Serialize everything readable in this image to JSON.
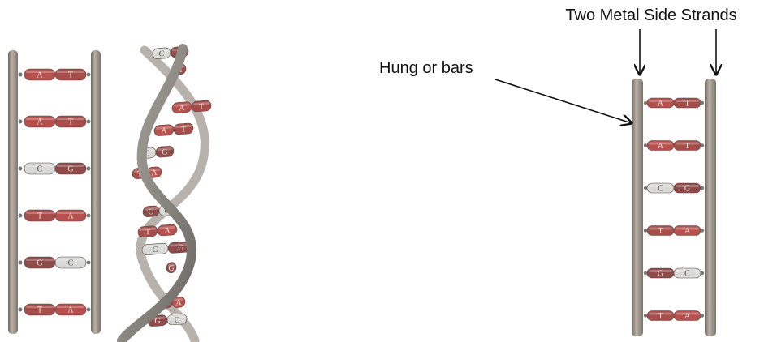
{
  "colors": {
    "A": "#b8514d",
    "T": "#a74d4a",
    "C": "#d9d9d6",
    "G": "#8f4a4a",
    "rail": "#9a9186",
    "ribbon": "#8c8983",
    "text": "#111111",
    "dark_letter": "#f2e8e2",
    "light_letter": "#444444"
  },
  "ladder_left": {
    "pairs": [
      {
        "left": "A",
        "right": "T"
      },
      {
        "left": "A",
        "right": "T"
      },
      {
        "left": "C",
        "right": "G"
      },
      {
        "left": "T",
        "right": "A"
      },
      {
        "left": "G",
        "right": "C"
      },
      {
        "left": "T",
        "right": "A"
      }
    ]
  },
  "helix": {
    "pairs": [
      {
        "left": "C",
        "right": "G"
      },
      {
        "left": "",
        "right": "T"
      },
      {
        "left": "A",
        "right": "T"
      },
      {
        "left": "A",
        "right": "T"
      },
      {
        "left": "C",
        "right": "G"
      },
      {
        "left": "T",
        "right": "A"
      },
      {
        "left": "G",
        "right": "C"
      },
      {
        "left": "T",
        "right": "A"
      },
      {
        "left": "C",
        "right": "G"
      },
      {
        "left": "",
        "right": "G"
      },
      {
        "left": "T",
        "right": "A"
      },
      {
        "left": "G",
        "right": "C"
      }
    ]
  },
  "ladder_right": {
    "pairs": [
      {
        "left": "A",
        "right": "T"
      },
      {
        "left": "A",
        "right": "T"
      },
      {
        "left": "C",
        "right": "G"
      },
      {
        "left": "T",
        "right": "A"
      },
      {
        "left": "G",
        "right": "C"
      },
      {
        "left": "T",
        "right": "A"
      }
    ]
  },
  "annotations": {
    "side_strands": "Two Metal Side Strands",
    "rungs": "Hung or bars"
  }
}
